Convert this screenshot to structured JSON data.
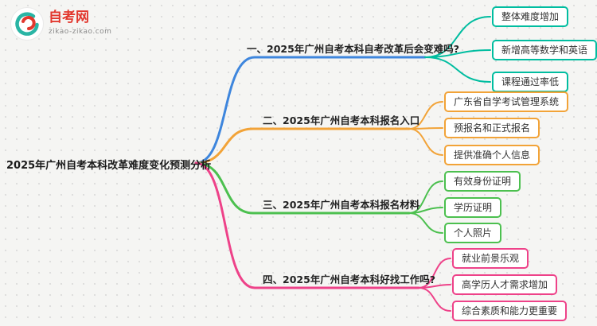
{
  "logo": {
    "title": "自考网",
    "subtitle": "zikao-zikao.com",
    "red": "#e2382e",
    "teal": "#2ab5a5"
  },
  "root": {
    "label": "2025年广州自考本科改革难度变化预测分析"
  },
  "branches": [
    {
      "label": "一、2025年广州自考本科自考改革后会变难吗?",
      "color": "#3e86dd",
      "children": [
        {
          "label": "整体难度增加",
          "color": "#00bda0"
        },
        {
          "label": "新增高等数学和英语",
          "color": "#00bda0"
        },
        {
          "label": "课程通过率低",
          "color": "#00bda0"
        }
      ]
    },
    {
      "label": "二、2025年广州自考本科报名入口",
      "color": "#f2a338",
      "children": [
        {
          "label": "广东省自学考试管理系统",
          "color": "#f2a338"
        },
        {
          "label": "预报名和正式报名",
          "color": "#f2a338"
        },
        {
          "label": "提供准确个人信息",
          "color": "#f2a338"
        }
      ]
    },
    {
      "label": "三、2025年广州自考本科报名材料",
      "color": "#4cc04f",
      "children": [
        {
          "label": "有效身份证明",
          "color": "#4cc04f"
        },
        {
          "label": "学历证明",
          "color": "#4cc04f"
        },
        {
          "label": "个人照片",
          "color": "#4cc04f"
        }
      ]
    },
    {
      "label": "四、2025年广州自考本科好找工作吗?",
      "color": "#ee4289",
      "children": [
        {
          "label": "就业前景乐观",
          "color": "#ee4289"
        },
        {
          "label": "高学历人才需求增加",
          "color": "#ee4289"
        },
        {
          "label": "综合素质和能力更重要",
          "color": "#ee4289"
        }
      ]
    }
  ]
}
